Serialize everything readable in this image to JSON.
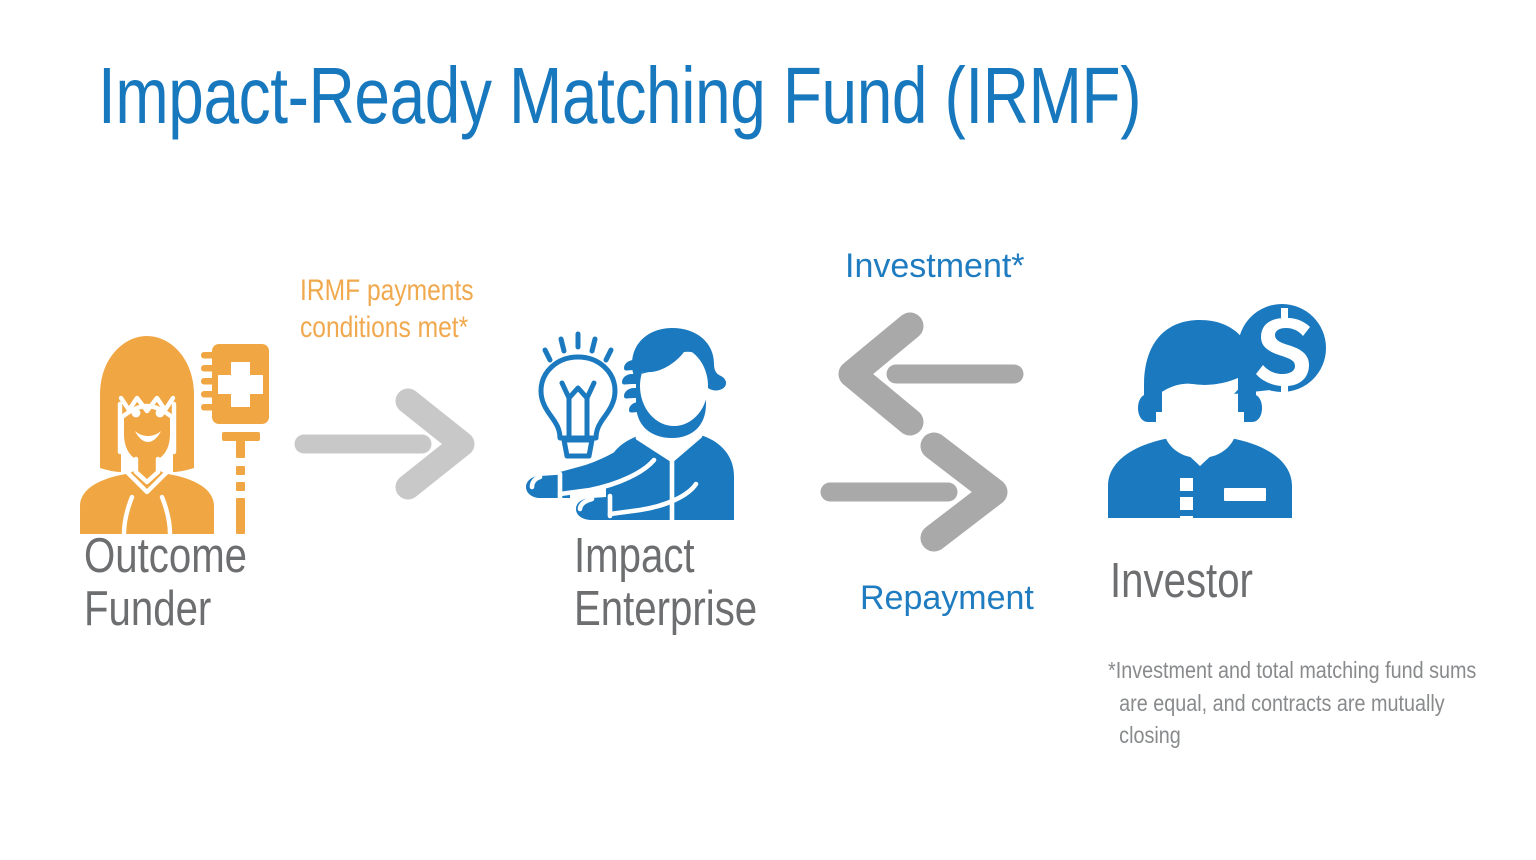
{
  "slide": {
    "title": "Impact-Ready Matching Fund (IRMF)",
    "background_color": "#ffffff"
  },
  "colors": {
    "title_blue": "#1878be",
    "icon_blue": "#1b7abf",
    "accent_orange": "#f0a94e",
    "icon_orange": "#f0a642",
    "label_gray": "#6d6e70",
    "footnote_gray": "#888a8c",
    "arrow_light_gray": "#c8c8c8",
    "arrow_dark_gray": "#a9a9a9"
  },
  "entities": [
    {
      "id": "outcome-funder",
      "label_lines": [
        "Outcome",
        "Funder"
      ],
      "icon": "nurse-with-medical-sign-icon",
      "color": "#f0a642"
    },
    {
      "id": "impact-enterprise",
      "label_lines": [
        "Impact",
        "Enterprise"
      ],
      "icon": "entrepreneur-with-lightbulb-icon",
      "color": "#1b7abf"
    },
    {
      "id": "investor",
      "label_lines": [
        "Investor"
      ],
      "icon": "businessman-with-dollar-bubble-icon",
      "color": "#1b7abf"
    }
  ],
  "flows": [
    {
      "id": "irmf-payments",
      "label_lines": [
        "IRMF payments",
        "conditions met*"
      ],
      "color": "#f0a94e",
      "direction": "right",
      "from": "outcome-funder",
      "to": "impact-enterprise",
      "arrow_color": "#c8c8c8"
    },
    {
      "id": "investment",
      "label_lines": [
        "Investment*"
      ],
      "color": "#1f7cc0",
      "direction": "left",
      "from": "investor",
      "to": "impact-enterprise",
      "arrow_color": "#a9a9a9"
    },
    {
      "id": "repayment",
      "label_lines": [
        "Repayment"
      ],
      "color": "#1f7cc0",
      "direction": "right",
      "from": "impact-enterprise",
      "to": "investor",
      "arrow_color": "#a9a9a9"
    }
  ],
  "footnote": {
    "lines": [
      "*Investment and total matching fund sums",
      "are equal, and contracts are mutually",
      "closing"
    ],
    "full_text": "*Investment and total matching fund sums are equal, and contracts are mutually closing"
  }
}
